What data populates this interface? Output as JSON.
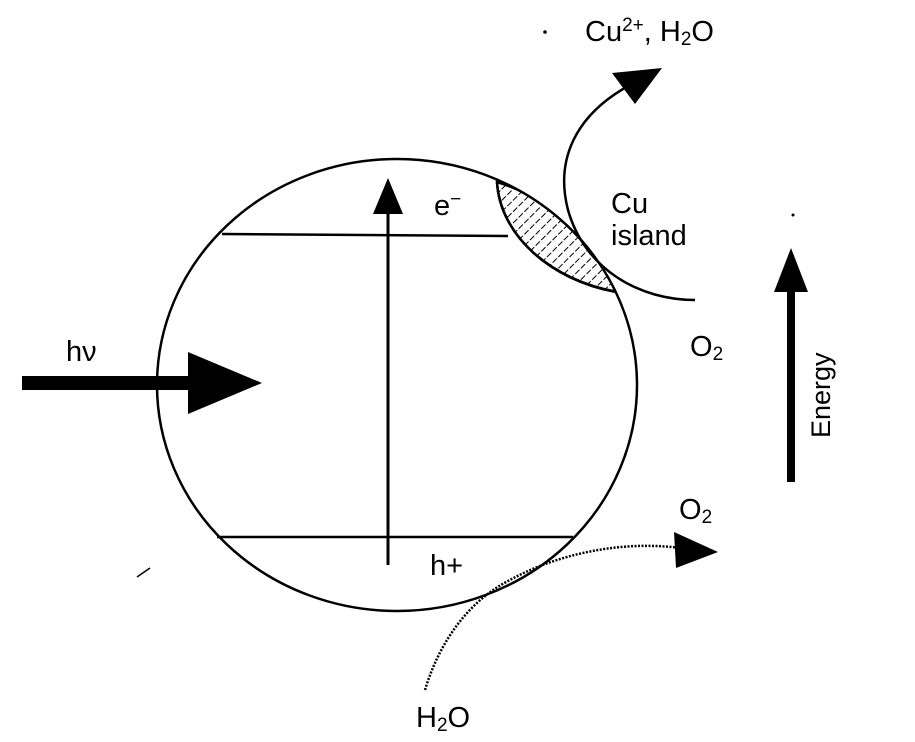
{
  "labels": {
    "h_nu": "hν",
    "electron": "e",
    "electron_sup": "−",
    "hole": "h+",
    "cu_island_line1": "Cu",
    "cu_island_line2": "island",
    "o2_right": "O",
    "o2_right_sub": "2",
    "o2_bottom": "O",
    "o2_bottom_sub": "2",
    "h2o_bottom_a": "H",
    "h2o_bottom_sub": "2",
    "h2o_bottom_b": "O",
    "cu_top_a": "Cu",
    "cu_top_sup": "2+",
    "cu_top_b": ", H",
    "cu_top_sub": "2",
    "cu_top_c": "O",
    "energy": "Energy"
  },
  "colors": {
    "ink": "#000000",
    "background": "#ffffff"
  }
}
